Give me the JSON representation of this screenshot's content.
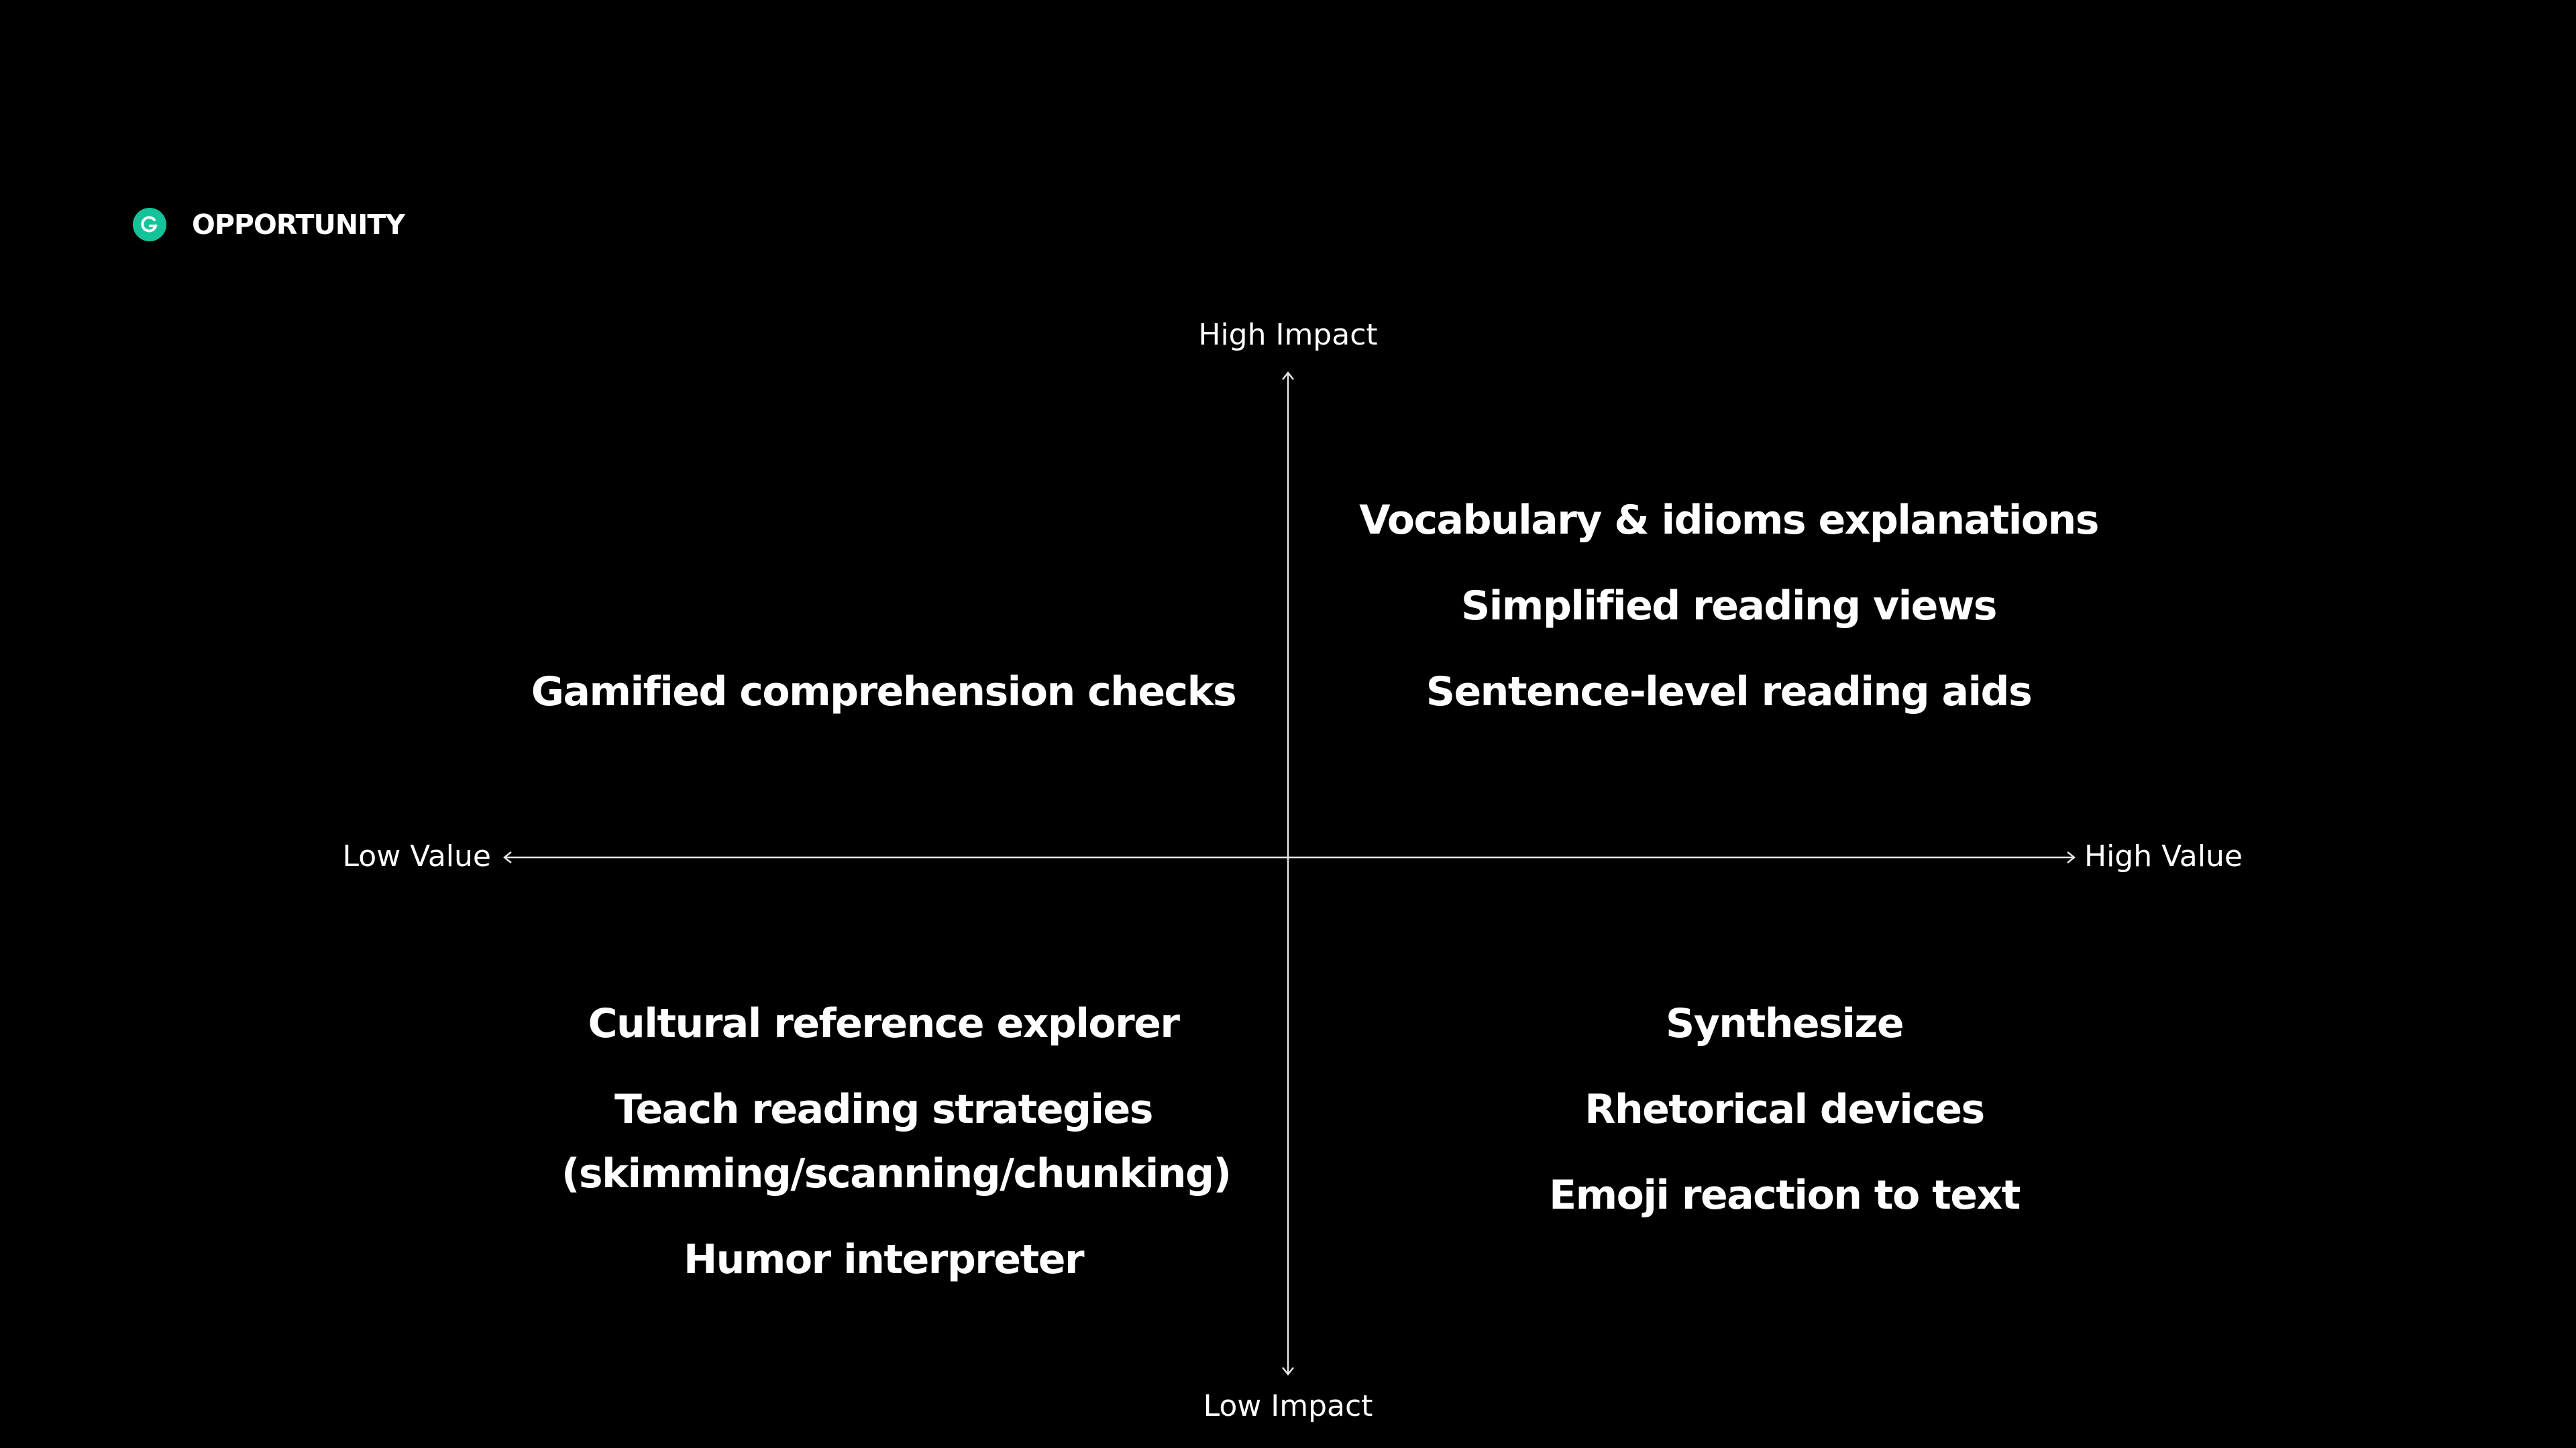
{
  "header": {
    "logo_icon": "grammarly-g-icon",
    "title": "OPPORTUNITY",
    "accent_color": "#15c39a"
  },
  "axes": {
    "top_label": "High Impact",
    "bottom_label": "Low Impact",
    "left_label": "Low Value",
    "right_label": "High Value"
  },
  "quadrants": {
    "top_left": [
      "Gamified comprehension checks"
    ],
    "top_right": [
      "Vocabulary & idioms explanations",
      "Simplified reading views",
      "Sentence-level reading aids"
    ],
    "bottom_left": [
      "Cultural reference explorer",
      "Teach reading strategies (skimming/scanning/chunking)",
      "Humor interpreter"
    ],
    "bottom_right": [
      "Synthesize",
      "Rhetorical devices",
      "Emoji reaction to text"
    ]
  }
}
